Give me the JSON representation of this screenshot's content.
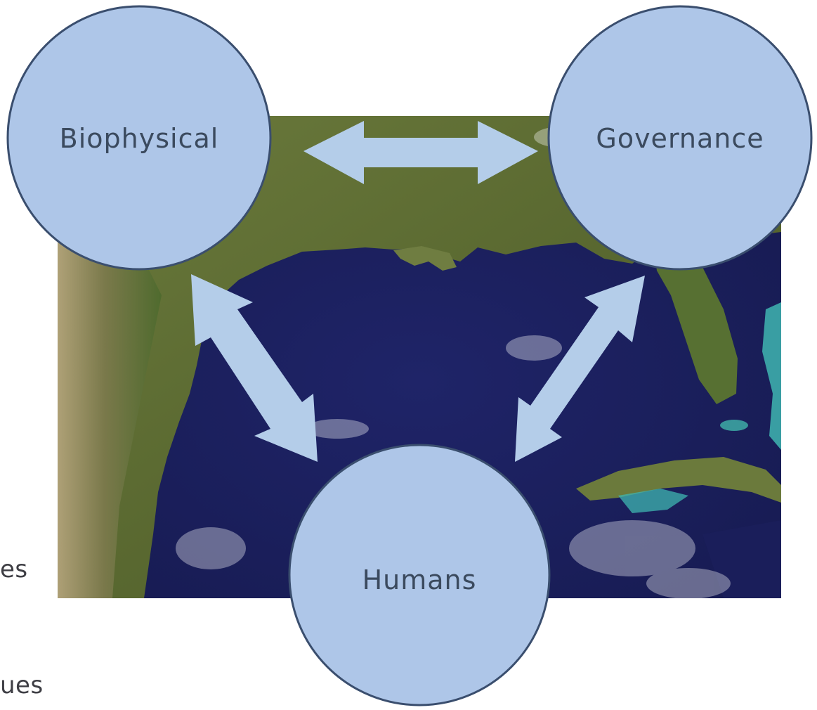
{
  "diagram": {
    "nodes": [
      {
        "id": "biophysical",
        "label": "Biophysical"
      },
      {
        "id": "governance",
        "label": "Governance"
      },
      {
        "id": "humans",
        "label": "Humans"
      }
    ],
    "edges": [
      {
        "from": "biophysical",
        "to": "governance",
        "bidirectional": true
      },
      {
        "from": "biophysical",
        "to": "humans",
        "bidirectional": true
      },
      {
        "from": "governance",
        "to": "humans",
        "bidirectional": true
      }
    ],
    "colors": {
      "node_fill": "#aec6e8",
      "node_stroke": "#3a4e6e",
      "arrow_fill": "#b4cde9",
      "ocean": "#1d2160",
      "land": "#5c6b33"
    }
  },
  "side_text": {
    "line1_fragment": "es",
    "line2_fragment": "ues"
  }
}
